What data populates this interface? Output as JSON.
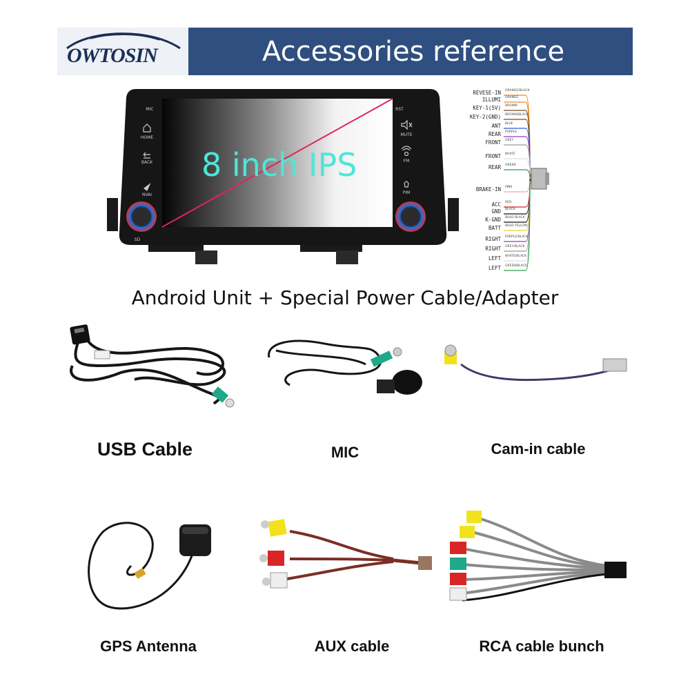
{
  "banner": {
    "logo_text": "OWTOSIN",
    "title": "Accessories reference"
  },
  "unit": {
    "screen_text": "8 inch IPS",
    "buttons": [
      "MIC",
      "RST",
      "HOME",
      "MUTE",
      "BACK",
      "FM",
      "NVAI",
      "PIM"
    ],
    "sd_label": "SD",
    "caption": "Android Unit + Special Power Cable/Adapter"
  },
  "pinout": [
    {
      "label": "REVESE-IN",
      "color": "ORANGE/BLACK",
      "hex": "#f08a1c"
    },
    {
      "label": "ILLUMI",
      "color": "ORANGE",
      "hex": "#f08a1c"
    },
    {
      "label": "KEY-1(5V)",
      "color": "BROWN",
      "hex": "#7a4a22"
    },
    {
      "label": "KEY-2(GND)",
      "color": "BROWN/BLACK",
      "hex": "#7a4a22"
    },
    {
      "label": "ANT",
      "color": "BLUE",
      "hex": "#2a5fd0"
    },
    {
      "label": "REAR",
      "color": "PURPLE",
      "hex": "#8a3cc0"
    },
    {
      "label": "FRONT",
      "color": "GREY",
      "hex": "#9a9a9a"
    },
    {
      "label": "FRONT",
      "color": "WHITE",
      "hex": "#dddddd"
    },
    {
      "label": "REAR",
      "color": "GREEN",
      "hex": "#2aa04a"
    },
    {
      "label": "BRAKE-IN",
      "color": "PINK",
      "hex": "#f2a0b8"
    },
    {
      "label": "ACC",
      "color": "RED",
      "hex": "#d62020"
    },
    {
      "label": "GND",
      "color": "BLACK",
      "hex": "#111111"
    },
    {
      "label": "K-GND",
      "color": "BOLD BLACK",
      "hex": "#111111"
    },
    {
      "label": "BATT",
      "color": "BOLD YELLOW",
      "hex": "#e8d21c"
    },
    {
      "label": "RIGHT",
      "color": "PURPLE/BLACK",
      "hex": "#8a3cc0"
    },
    {
      "label": "RIGHT",
      "color": "GREY/BLACK",
      "hex": "#9a9a9a"
    },
    {
      "label": "LEFT",
      "color": "WHITE/BLACK",
      "hex": "#dddddd"
    },
    {
      "label": "LEFT",
      "color": "GREEN/BLACK",
      "hex": "#2aa04a"
    }
  ],
  "accessories": [
    {
      "name": "usb",
      "label": "USB Cable"
    },
    {
      "name": "mic",
      "label": "MIC"
    },
    {
      "name": "cam",
      "label": "Cam-in cable"
    },
    {
      "name": "gps",
      "label": "GPS Antenna"
    },
    {
      "name": "aux",
      "label": "AUX cable"
    },
    {
      "name": "rca",
      "label": "RCA cable bunch"
    }
  ],
  "colors": {
    "banner": "#2e4f7f",
    "screen_text": "#4fe6d9",
    "rca_yellow": "#f2e21c",
    "rca_red": "#d92525",
    "rca_white": "#eeeeee",
    "rca_green": "#1fa88a"
  }
}
